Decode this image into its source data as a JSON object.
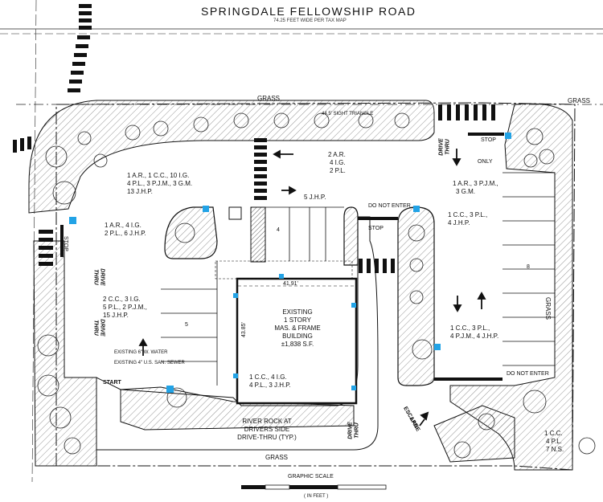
{
  "road": {
    "name": "SPRINGDALE FELLOWSHIP ROAD",
    "width_note": "74.25 FEET WIDE PER TAX MAP"
  },
  "grass_labels": [
    "GRASS",
    "GRASS",
    "GRASS",
    "GRASS"
  ],
  "sight_triangle": "44.5' SIGHT TRIANGLE",
  "building": {
    "lines": [
      "EXISTING",
      "1 STORY",
      "MAS. & FRAME",
      "BUILDING",
      "±1,838 S.F."
    ],
    "dim_top": "41.91'",
    "dim_side": "43.85'"
  },
  "plants": {
    "p1": [
      "1 A.R., 1 C.C., 10 I.G.",
      "4 P.L., 3 P.J.M., 3 G.M.",
      "13 J.H.P."
    ],
    "p2": [
      "2 A.R.",
      "4 I.G.",
      "2 P.L."
    ],
    "p3": [
      "1 A.R., 3 P.J.M.,",
      "3 G.M."
    ],
    "p4": [
      "5 J.H.P."
    ],
    "p5": [
      "1 A.R., 4 I.G.",
      "2 P.L., 6 J.H.P."
    ],
    "p6": [
      "1 C.C., 3 P.L.,",
      "4 J.H.P."
    ],
    "p7": [
      "2 C.C., 3 I.G.",
      "5 P.L., 2 P.J.M.,",
      "15 J.H.P."
    ],
    "p8": [
      "1 C.C., 3 P.L.,",
      "4 P.J.M., 4 J.H.P."
    ],
    "p9": [
      "1 C.C., 4 I.G.",
      "4 P.L., 3 J.H.P."
    ],
    "p10": [
      "1 C.C.",
      "4 P.L.",
      "7 N.S."
    ]
  },
  "signs": {
    "do_not_enter_top": "DO NOT ENTER",
    "do_not_enter_right": "DO NOT ENTER",
    "stop_center": "STOP",
    "stop_top_right": "STOP",
    "stop_left": "STOP",
    "only": "ONLY",
    "start": "START",
    "escape_lane": [
      "ESCAPE",
      "LANE"
    ]
  },
  "drive_thru": [
    "DRIVE",
    "THRU"
  ],
  "utilities": {
    "water": "EXISTING 6\" W. WATER",
    "sewer": "EXISTING 4\" U.S. SAN. SEWER"
  },
  "river_rock": [
    "RIVER ROCK AT",
    "DRIVERS SIDE",
    "DRIVE-THRU (TYP.)"
  ],
  "parking_counts": [
    "4",
    "5",
    "8"
  ],
  "scale": {
    "title": "GRAPHIC SCALE",
    "unit": "( IN FEET )"
  }
}
